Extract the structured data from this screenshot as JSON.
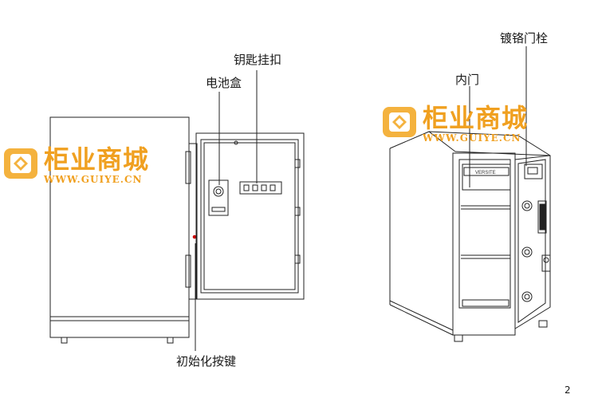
{
  "labels": {
    "battery_box": "电池盒",
    "key_hook": "钥匙挂扣",
    "init_button": "初始化按键",
    "inner_door": "内门",
    "chrome_bolt": "镀铬门栓"
  },
  "page_number": "2",
  "watermark": {
    "brand_cn": "柜业商城",
    "brand_url": "WWW.GUIYE.CN",
    "color": "#f0a020"
  },
  "diagram": {
    "inner_drawer_brand": "VERSITE"
  }
}
